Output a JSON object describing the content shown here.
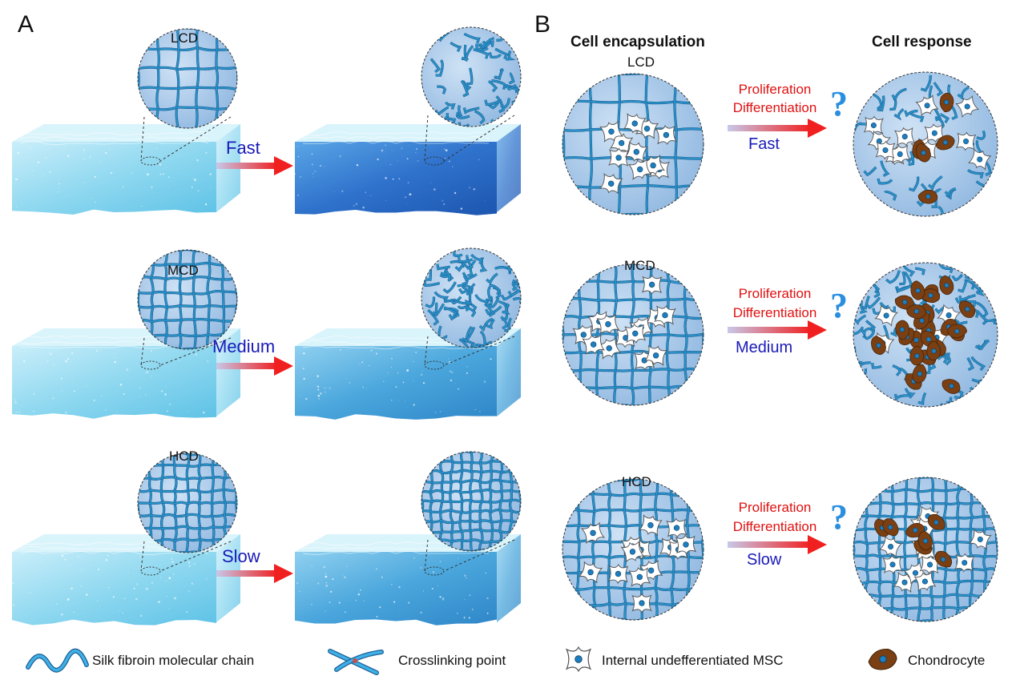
{
  "panel_a": {
    "letter": "A",
    "rows": [
      {
        "label": "LCD",
        "rate": "Fast"
      },
      {
        "label": "MCD",
        "rate": "Medium"
      },
      {
        "label": "HCD",
        "rate": "Slow"
      }
    ]
  },
  "panel_b": {
    "letter": "B",
    "header_left": "Cell encapsulation",
    "header_right": "Cell response",
    "rows": [
      {
        "label": "LCD",
        "process_1": "Proliferation",
        "process_2": "Differentiation",
        "rate": "Fast",
        "question": "?"
      },
      {
        "label": "MCD",
        "process_1": "Proliferation",
        "process_2": "Differentiation",
        "rate": "Medium",
        "question": "?"
      },
      {
        "label": "HCD",
        "process_1": "Proliferation",
        "process_2": "Differentiation",
        "rate": "Slow",
        "question": "?"
      }
    ]
  },
  "legend": {
    "items": [
      {
        "icon": "silk-chain-icon",
        "label": "Silk fibroin molecular chain"
      },
      {
        "icon": "crosslink-icon",
        "label": "Crosslinking point"
      },
      {
        "icon": "msc-cell-icon",
        "label": "Internal undefferentiated MSC"
      },
      {
        "icon": "chondrocyte-icon",
        "label": "Chondrocyte"
      }
    ]
  },
  "colors": {
    "gel_light": "#8fd8f0",
    "gel_dark": "#2f7fd0",
    "mesh": "#2a93c8",
    "circle_bg": "#a9cbe8",
    "rate_text": "#1a1ab8",
    "process_text": "#e01010",
    "chondrocyte": "#7a3f12",
    "question": "#2b8fe0"
  }
}
